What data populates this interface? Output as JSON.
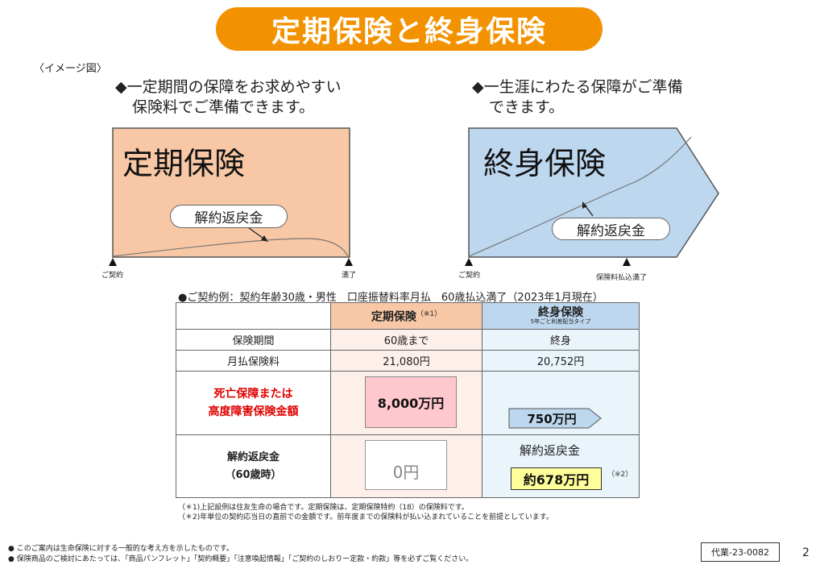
{
  "title": "定期保険と終身保険",
  "image_label": "〈イメージ図〉",
  "left": {
    "lead_line1": "◆一定期間の保障をお求めやすい",
    "lead_line2": "保険料でご準備できます。",
    "diagram_title": "定期保険",
    "refund_label": "解約返戻金",
    "start_label": "ご契約",
    "end_label": "満了"
  },
  "right": {
    "lead_line1": "◆一生涯にわたる保障がご準備",
    "lead_line2": "できます。",
    "diagram_title": "終身保険",
    "refund_label": "解約返戻金",
    "start_label": "ご契約",
    "end_label": "保険料払込満了"
  },
  "example_line": "●ご契約例：契約年齢30歳・男性　口座振替料率月払　60歳払込満了（2023年1月現在）",
  "table": {
    "col1_header": "定期保険",
    "col1_header_note": "（※1）",
    "col2_header": "終身保険",
    "col2_header_sub": "5年ごと利差配当タイプ",
    "rows": [
      {
        "label": "保険期間",
        "term": "60歳まで",
        "whole": "終身"
      },
      {
        "label": "月払保険料",
        "term": "21,080円",
        "whole": "20,752円"
      }
    ],
    "death_label_line1": "死亡保障または",
    "death_label_line2": "高度障害保険金額",
    "death_term": "8,000万円",
    "death_whole": "750万円",
    "refund_label_line1": "解約返戻金",
    "refund_label_line2": "（60歳時）",
    "refund_term": "0円",
    "refund_whole_label": "解約返戻金",
    "refund_whole": "約678万円",
    "refund_whole_note": "（※2）"
  },
  "footnotes": [
    "（＊1)上記設例は住友生命の場合です。定期保険は、定期保険特約（18）の保険料です。",
    "（＊2)年単位の契約応当日の直前での金額です。前年度までの保険料が払い込まれていることを前提としています。"
  ],
  "disclaimers": [
    "●  このご案内は生命保険に対する一般的な考え方を示したものです。",
    "●  保険商品のご検討にあたっては、「商品パンフレット」「契約概要」「注意喚起情報」「ご契約のしおりー定款・約款」等を必ずご覧ください。"
  ],
  "code": "代業-23-0082",
  "page_number": "2",
  "colors": {
    "accent_orange": "#f39200",
    "term_fill": "#f8c8a6",
    "whole_fill": "#bdd7ee",
    "death_red": "#e00000"
  }
}
